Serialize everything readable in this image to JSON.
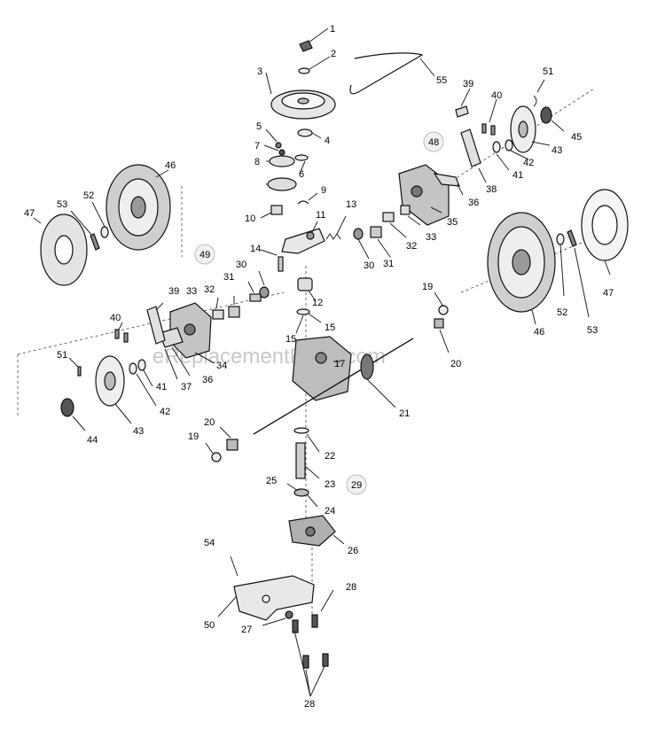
{
  "watermark": "eReplacementParts.com",
  "callouts": [
    "1",
    "2",
    "3",
    "4",
    "5",
    "7",
    "8",
    "6",
    "9",
    "10",
    "11",
    "13",
    "14",
    "12",
    "15",
    "15",
    "17",
    "21",
    "22",
    "23",
    "24",
    "25",
    "26",
    "28",
    "27",
    "28",
    "50",
    "54",
    "29",
    "48",
    "49",
    "30",
    "31",
    "32",
    "33",
    "30",
    "31",
    "32",
    "33",
    "39",
    "40",
    "51",
    "55",
    "39",
    "40",
    "41",
    "42",
    "43",
    "45",
    "36",
    "38",
    "35",
    "46",
    "47",
    "52",
    "53",
    "46",
    "47",
    "52",
    "53",
    "19",
    "20",
    "19",
    "20",
    "34",
    "36",
    "37",
    "41",
    "42",
    "43",
    "44",
    "51",
    "40"
  ],
  "circled_callouts": [
    "48",
    "49",
    "29"
  ]
}
